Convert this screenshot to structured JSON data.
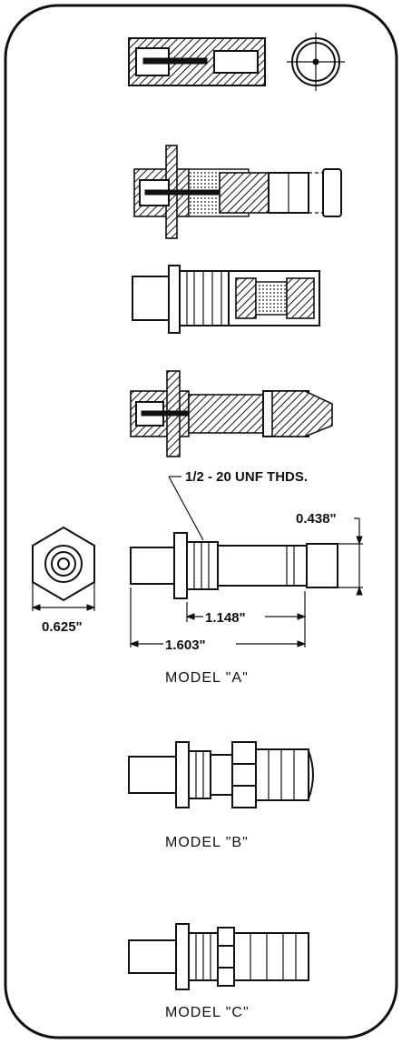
{
  "thread_label": "1/2 - 20 UNF THDS.",
  "dims": {
    "height": "0.438\"",
    "across_flats": "0.625\"",
    "length_short": "1.148\"",
    "length_overall": "1.603\""
  },
  "models": {
    "a": "MODEL \"A\"",
    "b": "MODEL \"B\"",
    "c": "MODEL \"C\""
  }
}
